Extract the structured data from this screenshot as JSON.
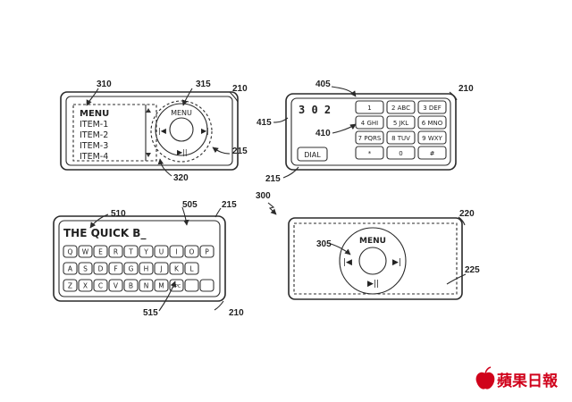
{
  "refs": {
    "r210a": "210",
    "r310": "310",
    "r315": "315",
    "r215a": "215",
    "r320": "320",
    "r405": "405",
    "r210b": "210",
    "r415": "415",
    "r410": "410",
    "r215b": "215",
    "r300": "300",
    "r510": "510",
    "r505": "505",
    "r215c": "215",
    "r515": "515",
    "r210c": "210",
    "r220": "220",
    "r305": "305",
    "r225": "225"
  },
  "fig1": {
    "menu_title": "MENU",
    "items": [
      "ITEM-1",
      "ITEM-2",
      "ITEM-3",
      "ITEM-4"
    ],
    "wheel_label": "MENU"
  },
  "fig2": {
    "display": "3 0 2",
    "keys": [
      "1",
      "2 ABC",
      "3 DEF",
      "4 GHI",
      "5 JKL",
      "6 MNO",
      "7 PQRS",
      "8 TUV",
      "9 WXY",
      "*",
      "0",
      "#"
    ],
    "dial": "DIAL"
  },
  "fig3": {
    "text": "THE QUICK B_",
    "row1": [
      "Q",
      "W",
      "E",
      "R",
      "T",
      "Y",
      "U",
      "I",
      "O",
      "P"
    ],
    "row2": [
      "A",
      "S",
      "D",
      "F",
      "G",
      "H",
      "J",
      "K",
      "L"
    ],
    "row3": [
      "Z",
      "X",
      "C",
      "V",
      "B",
      "N",
      "M"
    ],
    "space": "SPC"
  },
  "fig4": {
    "wheel_label": "MENU"
  },
  "watermark": "蘋果日報"
}
